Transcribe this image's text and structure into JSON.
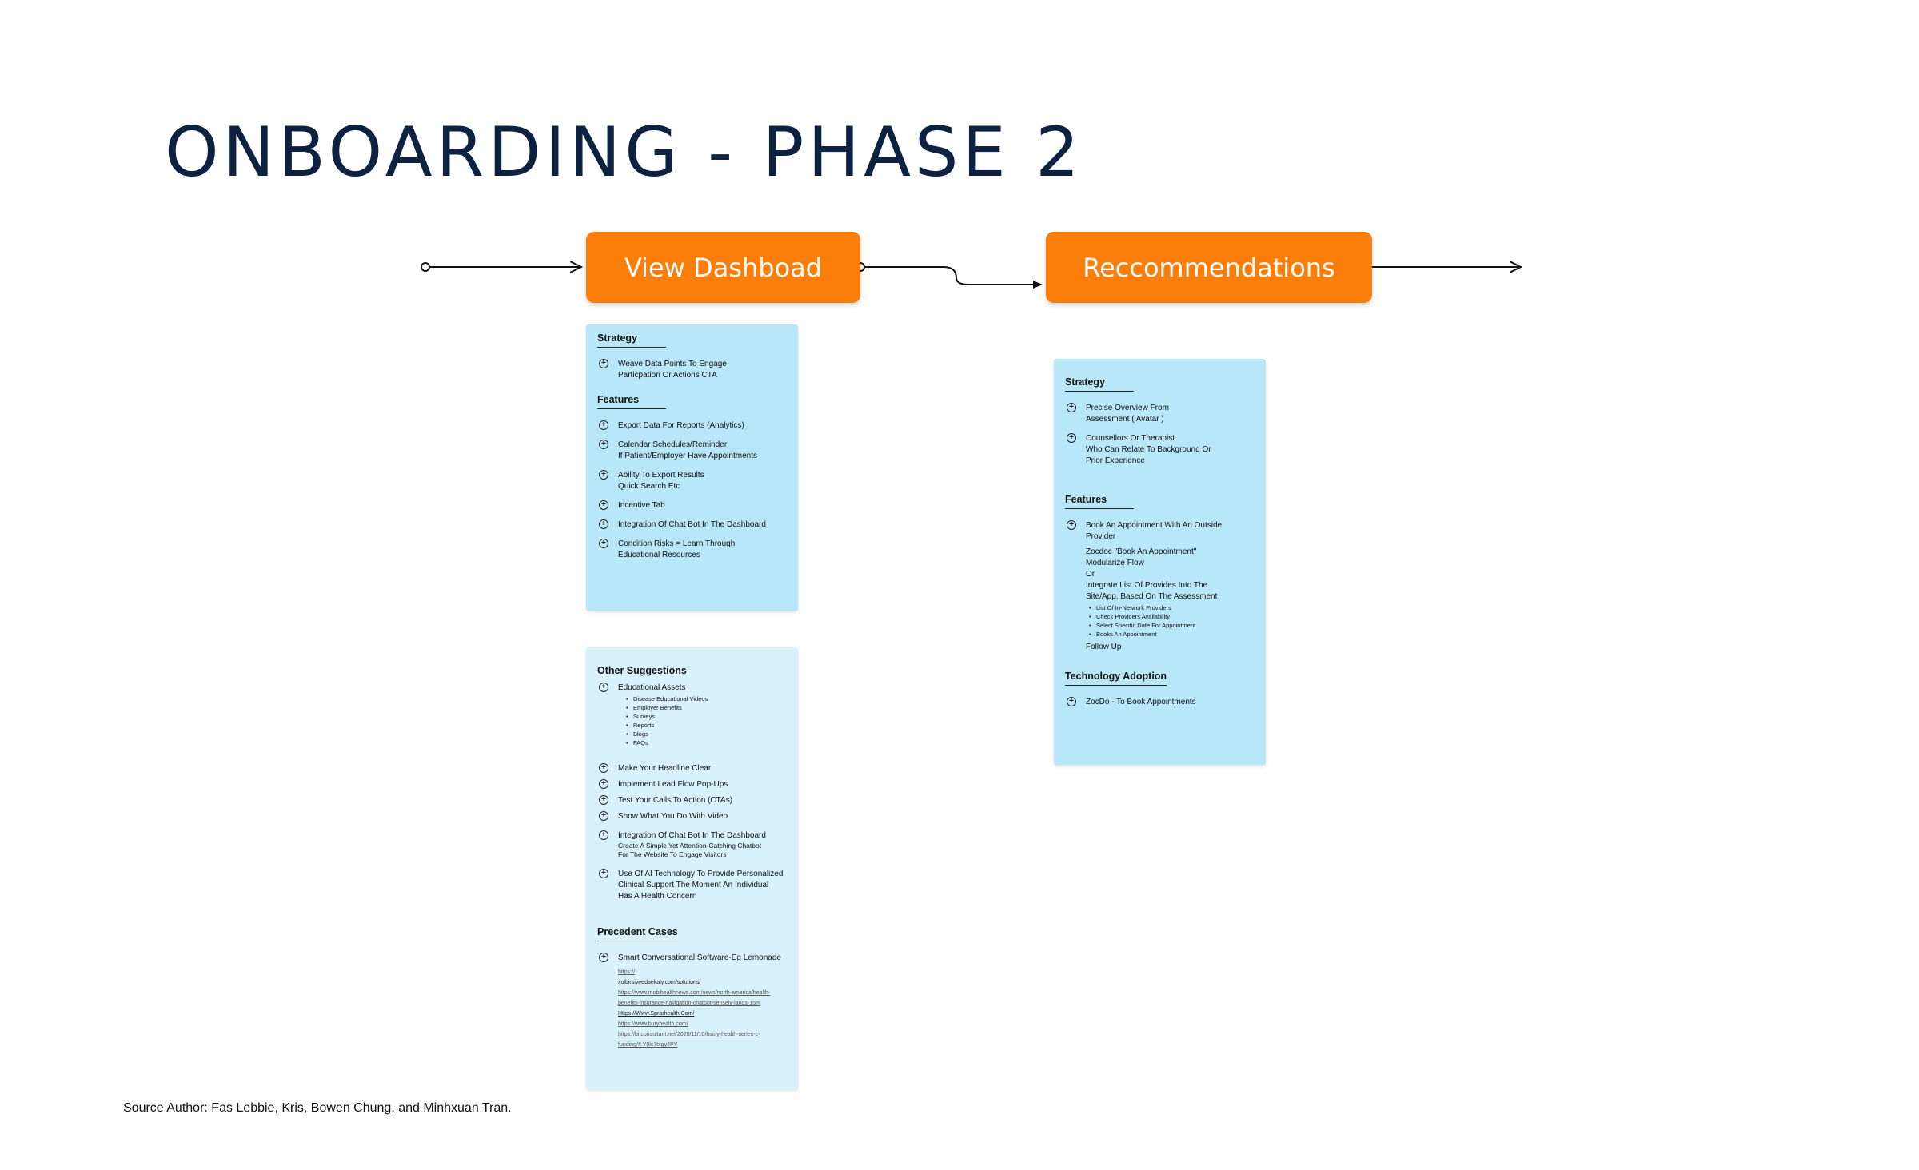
{
  "title": "ONBOARDING - PHASE 2",
  "colors": {
    "title": "#0d2240",
    "stage_button": "#fb7d0a",
    "card": "#b8e7fa",
    "card_light": "#d8f2fc"
  },
  "stages": [
    {
      "label": "View Dashboad"
    },
    {
      "label": "Reccommendations"
    }
  ],
  "dashboard_card": {
    "strategy": {
      "heading": "Strategy",
      "items": [
        {
          "lines": [
            "Weave  Data Points To Engage",
            "Particpation Or Actions  CTA"
          ]
        }
      ]
    },
    "features": {
      "heading": "Features",
      "items": [
        {
          "lines": [
            "Export Data For Reports (Analytics)"
          ]
        },
        {
          "lines": [
            "Calendar Schedules/Reminder",
            "If Patient/Employer Have Appointments"
          ]
        },
        {
          "lines": [
            "Ability To Export Results",
            "Quick Search Etc"
          ]
        },
        {
          "lines": [
            "Incentive Tab"
          ]
        },
        {
          "lines": [
            "Integration Of Chat Bot In The Dashboard"
          ]
        },
        {
          "lines": [
            "Condition Risks = Learn  Through",
            "Educational Resources"
          ]
        }
      ]
    }
  },
  "suggestions_card": {
    "other": {
      "heading": "Other Suggestions",
      "educational": {
        "label": "Educational Assets",
        "bullets": [
          "Disease Educational Videos",
          "Employer Benefits",
          "Surveys",
          "Reports",
          "Blogs",
          "FAQs"
        ]
      },
      "items": [
        {
          "lines": [
            "Make Your Headline Clear"
          ]
        },
        {
          "lines": [
            "Implement Lead Flow Pop-Ups"
          ]
        },
        {
          "lines": [
            "Test Your Calls To Action (CTAs)"
          ]
        },
        {
          "lines": [
            "Show What You Do With Video"
          ]
        }
      ],
      "chatbot": {
        "label": "Integration Of Chat Bot In The Dashboard",
        "sub": [
          "Create A Simple Yet Attention-Catching Chatbot",
          "For The Website To Engage Visitors"
        ]
      },
      "ai": {
        "lines": [
          "Use Of AI Technology To Provide Personalized",
          "Clinical Support The Moment An Individual",
          "Has A Health Concern"
        ]
      }
    },
    "precedent": {
      "heading": "Precedent Cases",
      "item": "Smart Conversational Software-Eg Lemonade",
      "links": [
        "https://",
        "xolbirsiveedaekaly.com/solutions/",
        "https://www.mobihealthnews.com/news/north-america/health-",
        "benefits-insurance-navigation-chatbot-sensely-lands-15m",
        "Https://Www.Sprarhealth.Com/",
        "https://www.buryhealth.com/",
        "https://bitconsultant.net/2020/11/10/bsoly-health-series-c-",
        "funding/#.Y9lc7txgy2PY"
      ]
    }
  },
  "recommendations_card": {
    "strategy": {
      "heading": "Strategy",
      "items": [
        {
          "lines": [
            "Precise Overview From",
            "Assessment ( Avatar )"
          ]
        },
        {
          "lines": [
            "Counsellors Or Therapist",
            "Who Can Relate To Background Or",
            "Prior Experience"
          ]
        }
      ]
    },
    "features": {
      "heading": "Features",
      "book": {
        "lines": [
          "Book An Appointment With An Outside",
          "Provider"
        ]
      },
      "zocdoc": [
        "Zocdoc \"Book An Appointment\"",
        "Modularize Flow"
      ],
      "or": "Or",
      "integrate": [
        "Integrate List Of Provides Into The",
        "Site/App, Based On The Assessment"
      ],
      "bullets": [
        "List Of In-Network Providers",
        "Check Providers Availability",
        "Select Specific Date For Appointment",
        "Books An Appointment"
      ],
      "follow": "Follow Up"
    },
    "tech": {
      "heading": "Technology Adoption",
      "item": "ZocDo - To Book Appointments"
    }
  },
  "source": "Source Author: Fas Lebbie, Kris, Bowen Chung, and Minhxuan Tran."
}
